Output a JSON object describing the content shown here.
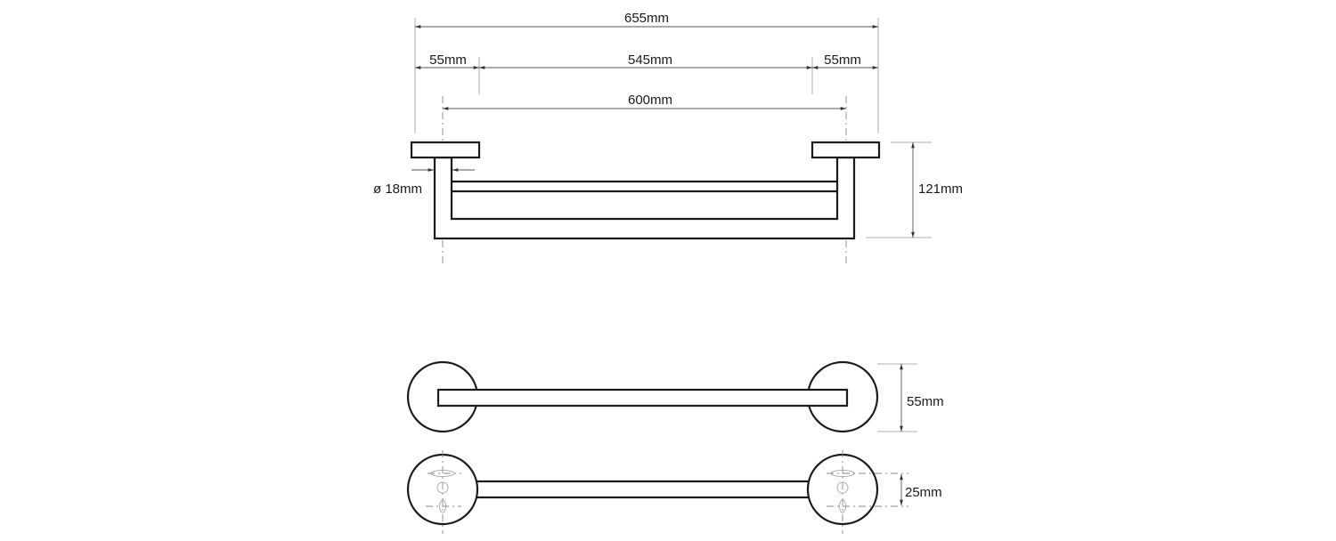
{
  "dimensions": {
    "overall_width": "655mm",
    "left_flange": "55mm",
    "bar_span": "545mm",
    "right_flange": "55mm",
    "center_distance": "600mm",
    "tube_diameter": "ø 18mm",
    "projection": "121mm",
    "flange_diameter": "55mm",
    "bar_height": "25mm"
  }
}
